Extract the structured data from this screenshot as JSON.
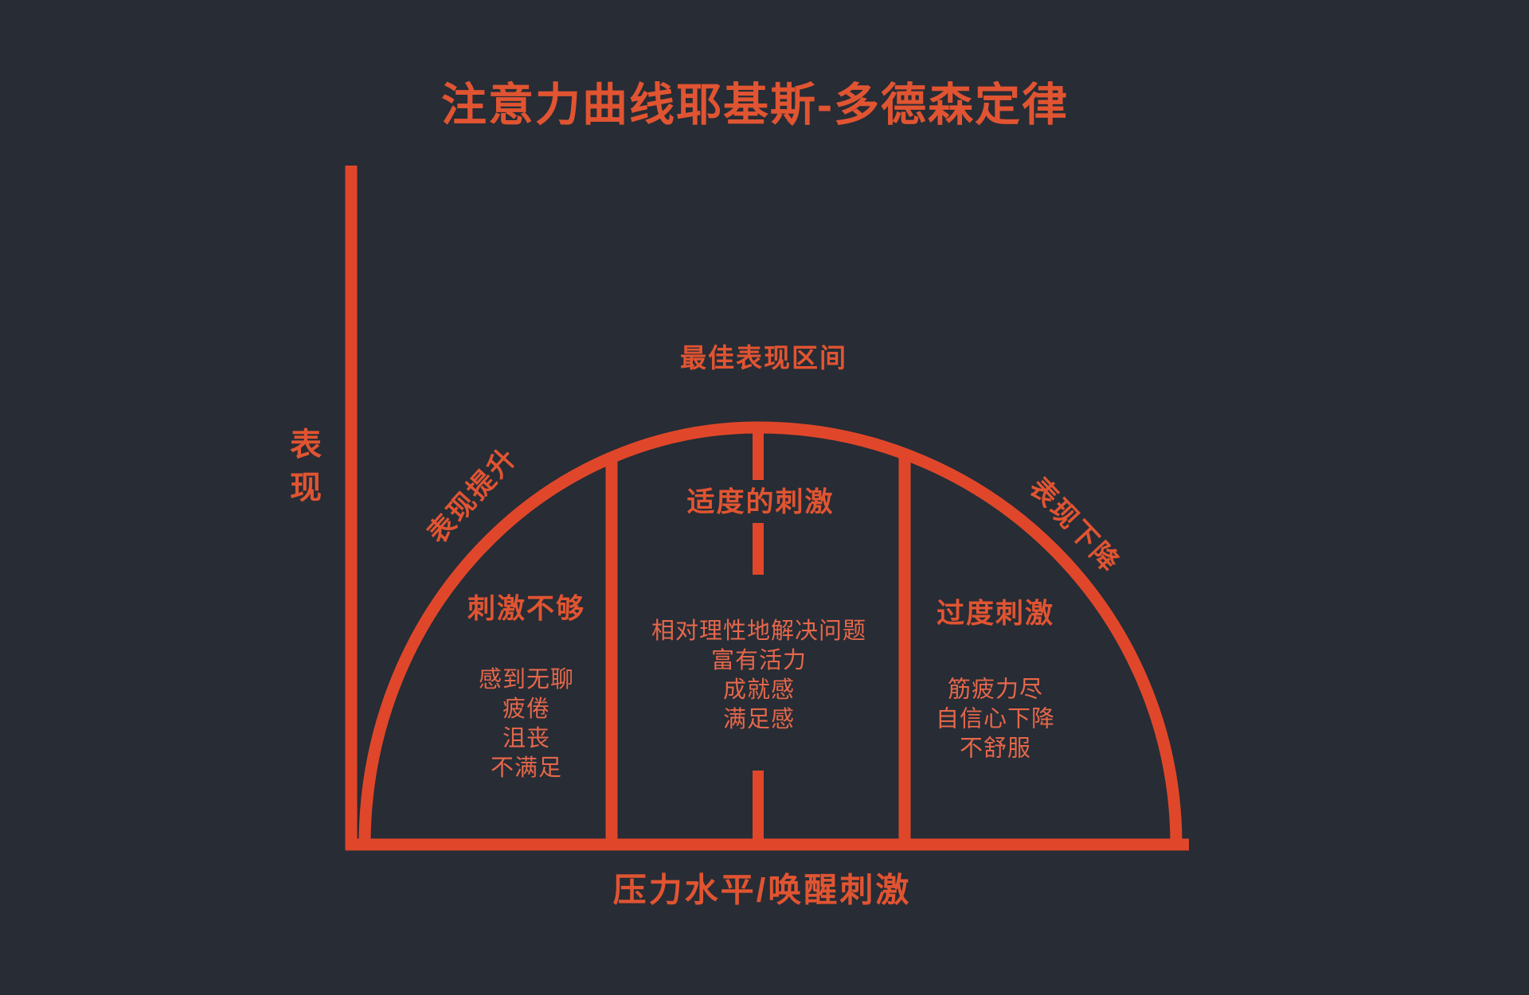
{
  "colors": {
    "background": "#272c35",
    "accent": "#e0472a",
    "heading_text": "#e15431",
    "body_text": "#e5674a"
  },
  "title": {
    "text": "注意力曲线耶基斯-多德森定律"
  },
  "axes": {
    "y_label": "表现",
    "x_label": "压力水平/唤醒刺激"
  },
  "curve_labels": {
    "optimal_zone": "最佳表现区间",
    "rising": "表现提升",
    "falling": "表现下降"
  },
  "sections": {
    "understimulation": {
      "heading": "刺激不够",
      "items": [
        "感到无聊",
        "疲倦",
        "沮丧",
        "不满足"
      ]
    },
    "optimal": {
      "heading": "适度的刺激",
      "items": [
        "相对理性地解决问题",
        "富有活力",
        "成就感",
        "满足感"
      ]
    },
    "overstimulation": {
      "heading": "过度刺激",
      "items": [
        "筋疲力尽",
        "自信心下降",
        "不舒服"
      ]
    }
  }
}
